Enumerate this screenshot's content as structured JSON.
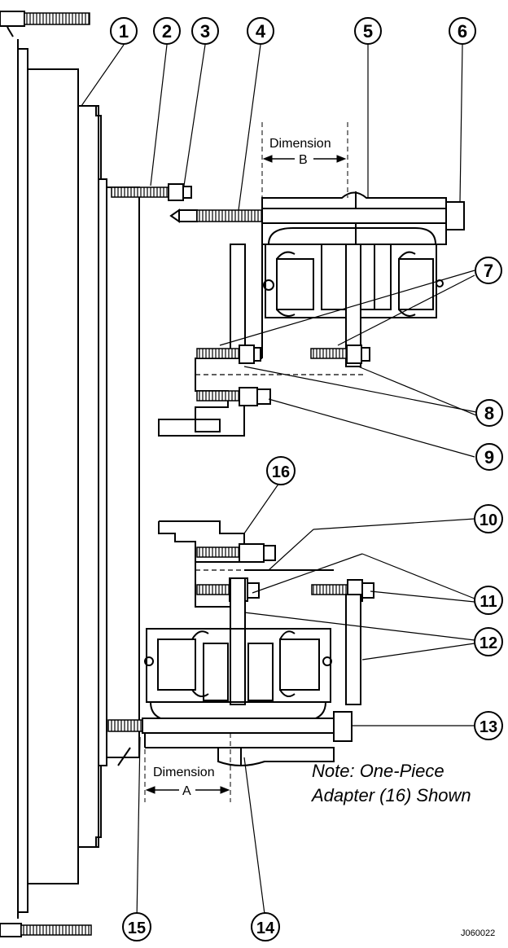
{
  "callouts": [
    "1",
    "2",
    "3",
    "4",
    "5",
    "6",
    "7",
    "8",
    "9",
    "10",
    "11",
    "12",
    "13",
    "14",
    "15",
    "16"
  ],
  "dimension_b": {
    "label": "Dimension",
    "letter": "B"
  },
  "dimension_a": {
    "label": "Dimension",
    "letter": "A"
  },
  "note": {
    "line1": "Note: One-Piece",
    "line2": "Adapter (16) Shown"
  },
  "figure_id": "J060022"
}
